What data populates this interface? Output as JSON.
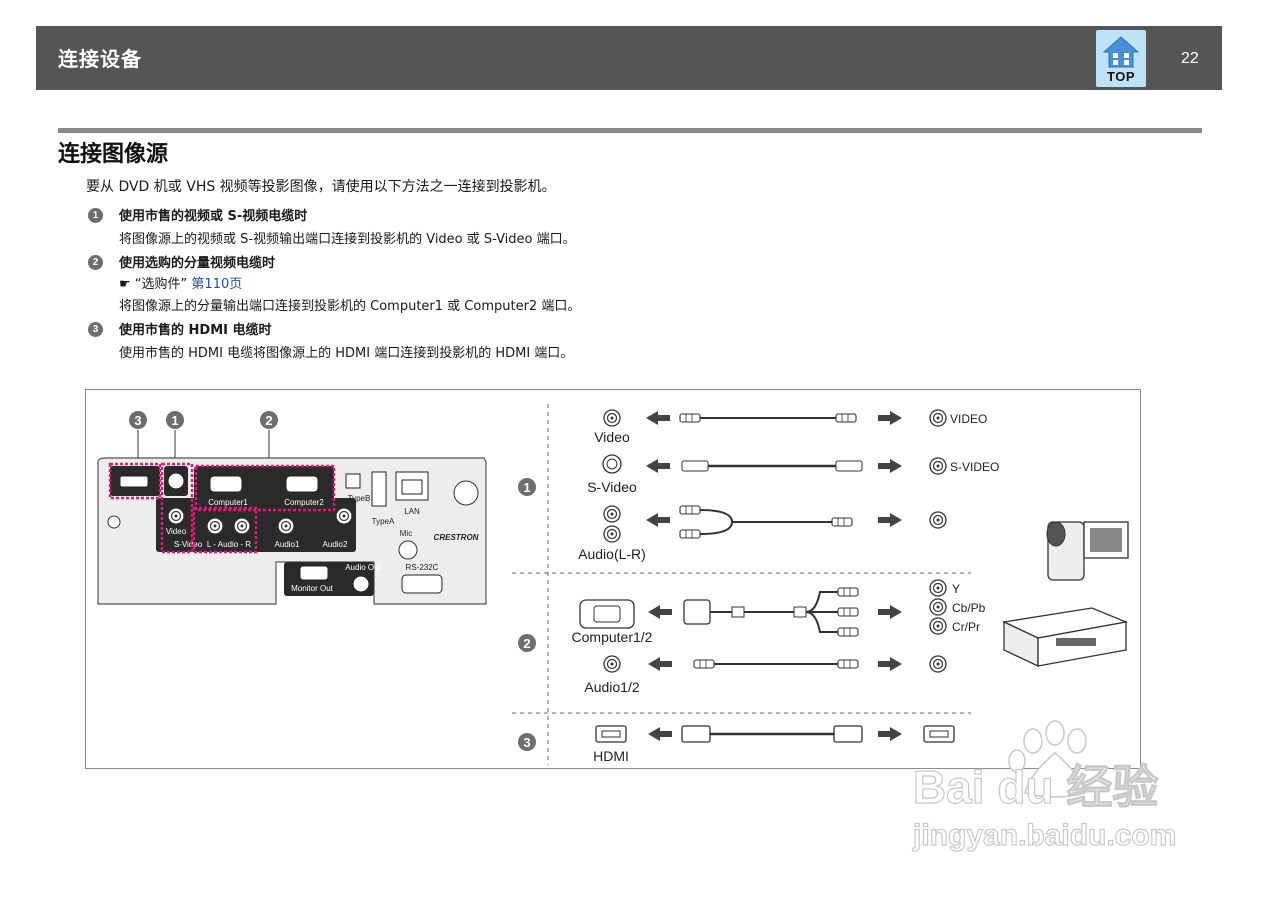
{
  "header": {
    "title": "连接设备",
    "top_label": "TOP",
    "page_number": "22"
  },
  "section": {
    "title": "连接图像源",
    "intro": "要从 DVD 机或 VHS 视频等投影图像，请使用以下方法之一连接到投影机。"
  },
  "items": [
    {
      "num": "1",
      "title": "使用市售的视频或 S-视频电缆时",
      "desc": "将图像源上的视频或 S-视频输出端口连接到投影机的 Video 或 S-Video 端口。"
    },
    {
      "num": "2",
      "title": "使用选购的分量视频电缆时",
      "xref_mark": "☛",
      "xref_text": "“选购件”",
      "xref_link": "第110页",
      "desc": "将图像源上的分量输出端口连接到投影机的 Computer1 或 Computer2 端口。"
    },
    {
      "num": "3",
      "title": "使用市售的 HDMI 电缆时",
      "desc": "使用市售的 HDMI 电缆将图像源上的 HDMI 端口连接到投影机的 HDMI 端口。"
    }
  ],
  "diagram": {
    "callouts": [
      "3",
      "1",
      "2"
    ],
    "panel_ports": {
      "video": "Video",
      "svideo": "S-Video",
      "audio_lr": "L - Audio - R",
      "computer1": "Computer1",
      "computer2": "Computer2",
      "audio1": "Audio1",
      "audio2": "Audio2",
      "typeb": "TypeB",
      "typea": "TypeA",
      "lan": "LAN",
      "mic": "Mic",
      "monitor_out": "Monitor Out",
      "audio_out": "Audio Out",
      "rs232c": "RS-232C",
      "brand": "CRESTRON"
    },
    "row_numbers": [
      "1",
      "2",
      "3"
    ],
    "projector_side": {
      "video": "Video",
      "svideo": "S-Video",
      "audio_lr": "Audio(L-R)",
      "computer": "Computer1/2",
      "audio12": "Audio1/2",
      "hdmi": "HDMI"
    },
    "source_side": {
      "video": "VIDEO",
      "svideo": "S-VIDEO",
      "y": "Y",
      "cb": "Cb/Pb",
      "cr": "Cr/Pr"
    }
  },
  "watermark": {
    "brand": "Bai du 经验",
    "url": "jingyan.baidu.com"
  },
  "colors": {
    "header_bg": "#555555",
    "top_button_bg": "#bfe2f7",
    "link": "#1f4fa3",
    "highlight_dash": "#e0187a"
  }
}
